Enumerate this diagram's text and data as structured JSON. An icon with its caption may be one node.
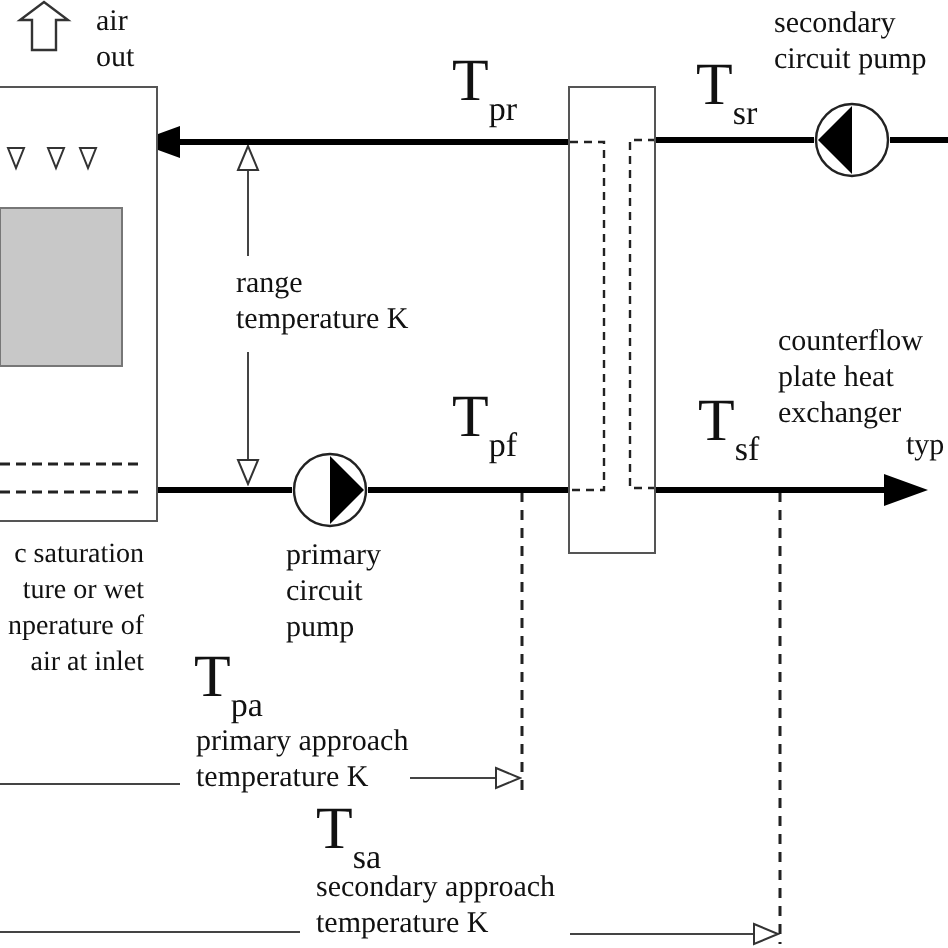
{
  "diagram": {
    "nodes": [
      {
        "text": [],
        "shape": "box",
        "beside": [
          "air out"
        ]
      },
      {
        "text": [
          "counterflow plate heat exchanger"
        ]
      },
      {
        "text": [
          "secondary circuit pump"
        ]
      },
      {
        "text": [
          "primary circuit pump"
        ]
      },
      {
        "text": [
          "typ"
        ]
      }
    ],
    "edges": [
      {
        "from": null,
        "to": 2,
        "arrow": "none"
      },
      {
        "from": 2,
        "to": 1,
        "arrow": "none"
      },
      {
        "from": 1,
        "to": 0,
        "arrow": "to"
      },
      {
        "from": 0,
        "to": 3,
        "arrow": "none"
      },
      {
        "from": 3,
        "to": 1,
        "arrow": "none"
      },
      {
        "from": 1,
        "to": 4,
        "arrow": "to"
      }
    ],
    "labels": [
      "T$_{pr}$",
      "T$_{sr}$",
      "range temperature K",
      "T$_{pf}$",
      "T$_{sf}$",
      "c saturation ture or wet nperature of air at inlet",
      "T$_{pa}$",
      "primary approach temperature K",
      "T$_{sa}$",
      "secondary approach temperature K"
    ]
  }
}
